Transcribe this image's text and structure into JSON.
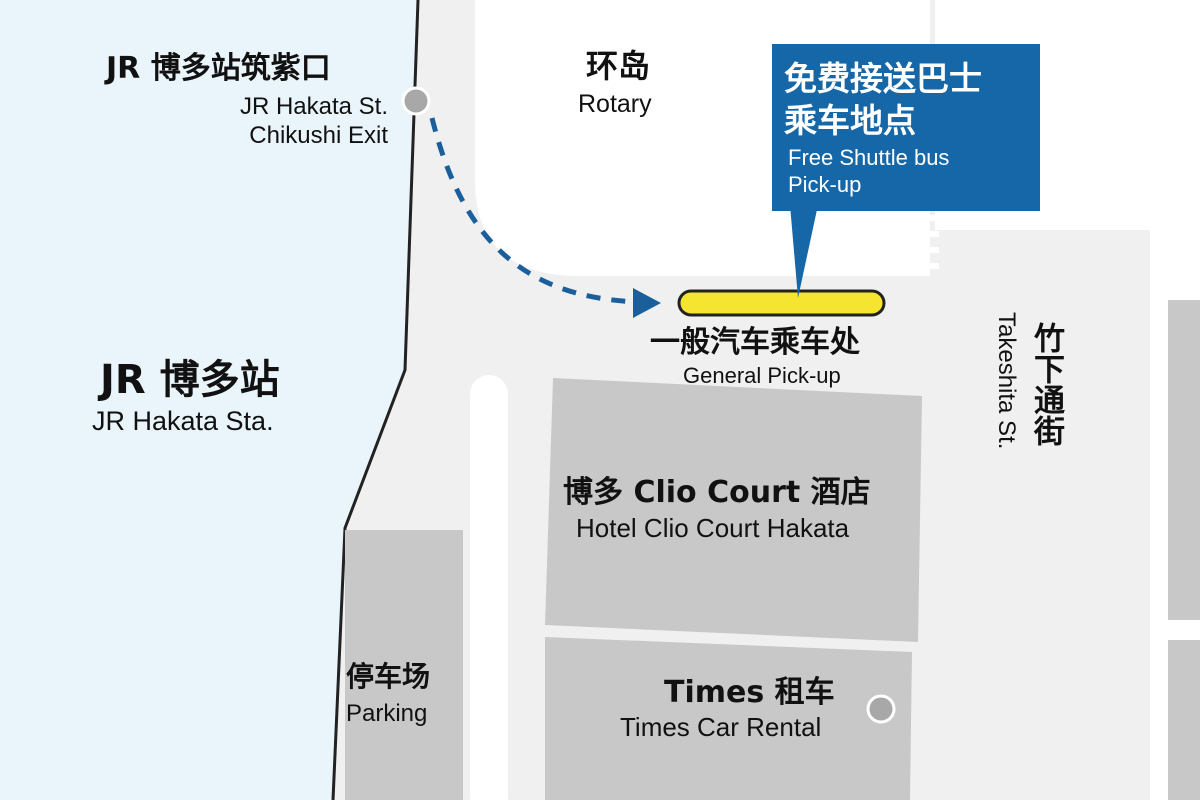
{
  "colors": {
    "station_area": "#eaf5fb",
    "road": "#f0f0f0",
    "rotary": "#ffffff",
    "building": "#c8c8c8",
    "callout": "#1667a8",
    "pickup_bar": "#f5e430",
    "route": "#1a5f9c",
    "marker": "#a8a8a8"
  },
  "labels": {
    "chikushi_exit": {
      "zh": "JR 博多站筑紫口",
      "en": "JR Hakata St.\nChikushi Exit"
    },
    "rotary": {
      "zh": "环岛",
      "en": "Rotary"
    },
    "station": {
      "zh": "JR 博多站",
      "en": "JR Hakata Sta."
    },
    "general_pickup": {
      "zh": "一般汽车乘车处",
      "en": "General Pick-up"
    },
    "hotel": {
      "zh": "博多 Clio Court 酒店",
      "en": "Hotel Clio Court Hakata"
    },
    "parking": {
      "zh": "停车场",
      "en": "Parking"
    },
    "rental": {
      "zh": "Times 租车",
      "en": "Times Car Rental"
    },
    "street": {
      "zh": "竹下通街",
      "en": "Takeshita St."
    }
  },
  "callout": {
    "title": "免费接送巴士\n乘车地点",
    "subtitle": "Free Shuttle bus\nPick-up"
  },
  "icons": {
    "exit_marker": "circle-marker",
    "rental_marker": "circle-marker",
    "route_arrow": "arrow-right"
  }
}
